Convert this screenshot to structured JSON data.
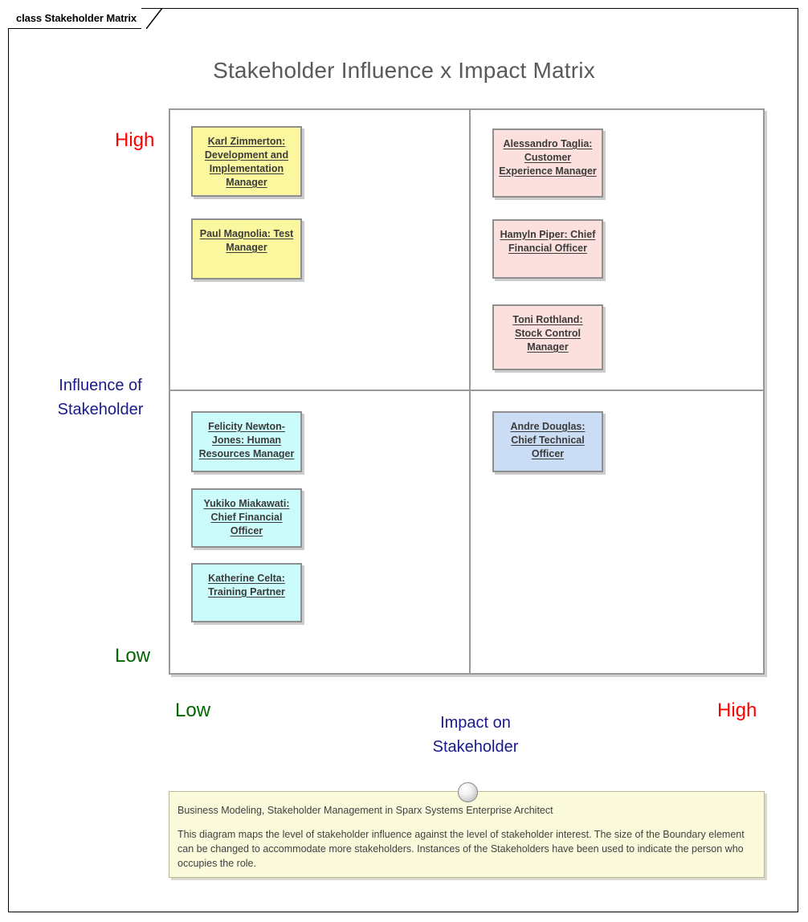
{
  "window": {
    "tab_label": "class Stakeholder Matrix"
  },
  "diagram": {
    "title": "Stakeholder Influence x Impact Matrix",
    "axes": {
      "y_axis_name_line1": "Influence of",
      "y_axis_name_line2": "Stakeholder",
      "y_high": "High",
      "y_low": "Low",
      "x_axis_name_line1": "Impact on",
      "x_axis_name_line2": "Stakeholder",
      "x_low": "Low",
      "x_high": "High"
    },
    "colors": {
      "title": "#595959",
      "axis_high": "#FF0000",
      "axis_low": "#006600",
      "axis_name": "#1a1a8c",
      "quadrant_high_low": "#FAF79E",
      "quadrant_high_high": "#FBE0DD",
      "quadrant_low_low": "#CBFBFB",
      "quadrant_low_high": "#CBDDF4",
      "note_background": "#FBFBDC",
      "matrix_border": "#9a9a9a"
    },
    "quadrants": {
      "high_influence_low_impact": {
        "stakeholders": [
          {
            "text": "Karl Zimmerton: Development and Implementation Manager"
          },
          {
            "text": "Paul Magnolia: Test Manager"
          }
        ]
      },
      "high_influence_high_impact": {
        "stakeholders": [
          {
            "text": "Alessandro Taglia: Customer Experience Manager"
          },
          {
            "text": "Hamyln Piper: Chief Financial Officer"
          },
          {
            "text": "Toni Rothland: Stock Control Manager"
          }
        ]
      },
      "low_influence_low_impact": {
        "stakeholders": [
          {
            "text": "Felicity Newton-Jones: Human Resources Manager"
          },
          {
            "text": "Yukiko Miakawati: Chief Financial Officer"
          },
          {
            "text": "Katherine Celta: Training Partner"
          }
        ]
      },
      "low_influence_high_impact": {
        "stakeholders": [
          {
            "text": "Andre Douglas: Chief Technical Officer"
          }
        ]
      }
    },
    "note": {
      "heading": "Business Modeling, Stakeholder Management in Sparx Systems Enterprise Architect",
      "body": "This diagram maps the level of stakeholder influence against the level of stakeholder interest. The size of the Boundary element can be changed to accommodate more stakeholders. Instances of the Stakeholders have been used to indicate the person who occupies the role."
    }
  }
}
